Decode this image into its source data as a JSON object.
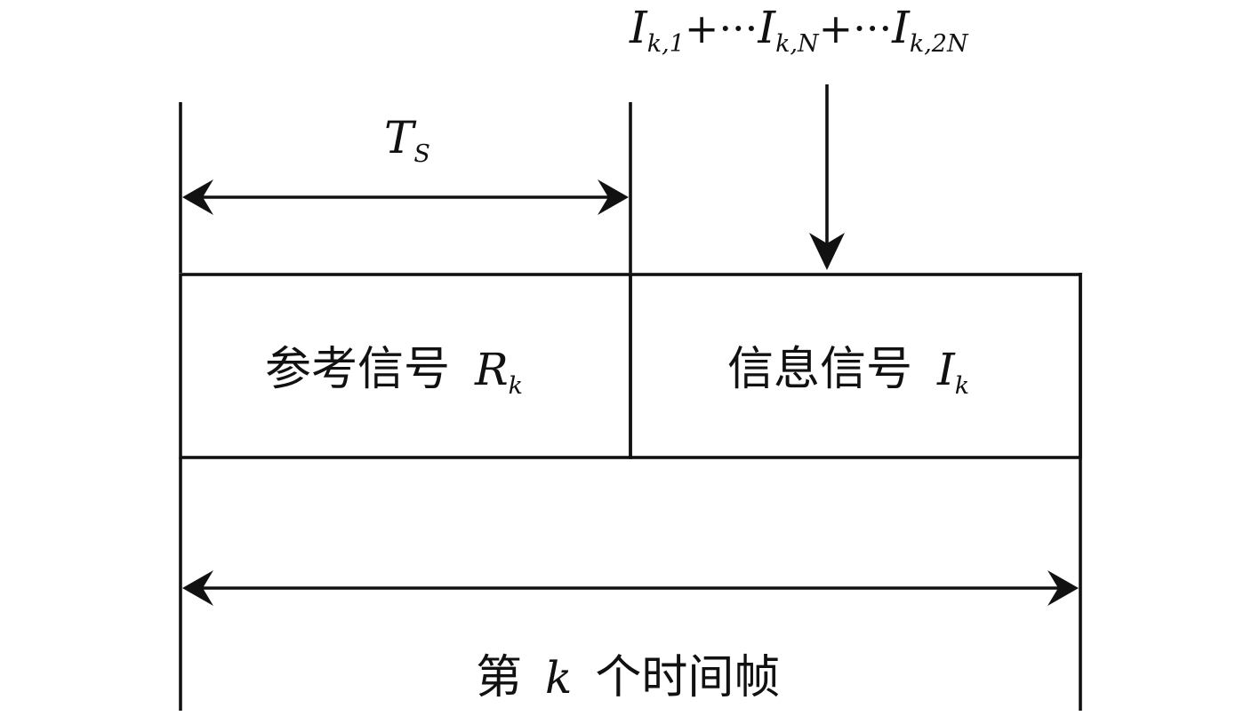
{
  "top_sum": {
    "symbol": "I",
    "sub_1": "k,1",
    "sub_n": "k,N",
    "sub_2n": "k,2N",
    "plus": "+",
    "dots": "···"
  },
  "ts_label": {
    "symbol": "T",
    "sub": "S"
  },
  "reference_block": {
    "text": "参考信号",
    "symbol": "R",
    "sub": "k"
  },
  "info_block": {
    "text": "信息信号",
    "symbol": "I",
    "sub": "k"
  },
  "frame_label": {
    "pre": "第",
    "symbol": "k",
    "post": "个时间帧"
  }
}
